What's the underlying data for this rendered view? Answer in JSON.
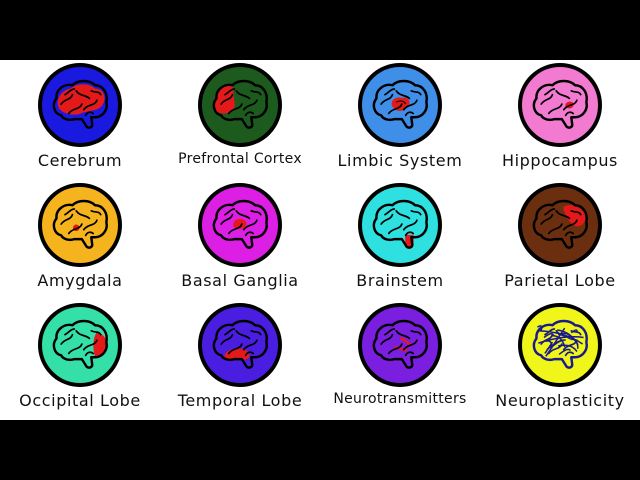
{
  "items": [
    {
      "label": "Cerebrum",
      "bg": "#1a19e0",
      "outline": "#000",
      "highlight": "cerebrum"
    },
    {
      "label": "Prefrontal Cortex",
      "bg": "#1d5a1d",
      "outline": "#000",
      "highlight": "prefrontal"
    },
    {
      "label": "Limbic System",
      "bg": "#3f8fe8",
      "outline": "#000",
      "highlight": "limbic"
    },
    {
      "label": "Hippocampus",
      "bg": "#f27ad0",
      "outline": "#000",
      "highlight": "hippocampus"
    },
    {
      "label": "Amygdala",
      "bg": "#f5b41e",
      "outline": "#000",
      "highlight": "amygdala"
    },
    {
      "label": "Basal Ganglia",
      "bg": "#dd1fe6",
      "outline": "#000",
      "highlight": "basal"
    },
    {
      "label": "Brainstem",
      "bg": "#2fe0e0",
      "outline": "#000",
      "highlight": "brainstem"
    },
    {
      "label": "Parietal Lobe",
      "bg": "#6b2f0f",
      "outline": "#000",
      "highlight": "parietal"
    },
    {
      "label": "Occipital Lobe",
      "bg": "#35e0a8",
      "outline": "#000",
      "highlight": "occipital"
    },
    {
      "label": "Temporal Lobe",
      "bg": "#4a1ee0",
      "outline": "#000",
      "highlight": "temporal"
    },
    {
      "label": "Neurotransmitters",
      "bg": "#7a1ee0",
      "outline": "#000",
      "highlight": "neurotransmitters"
    },
    {
      "label": "Neuroplasticity",
      "bg": "#f0f51a",
      "outline": "#1a1a8a",
      "highlight": "plasticity"
    }
  ],
  "highlight_color": "#e41a1a"
}
